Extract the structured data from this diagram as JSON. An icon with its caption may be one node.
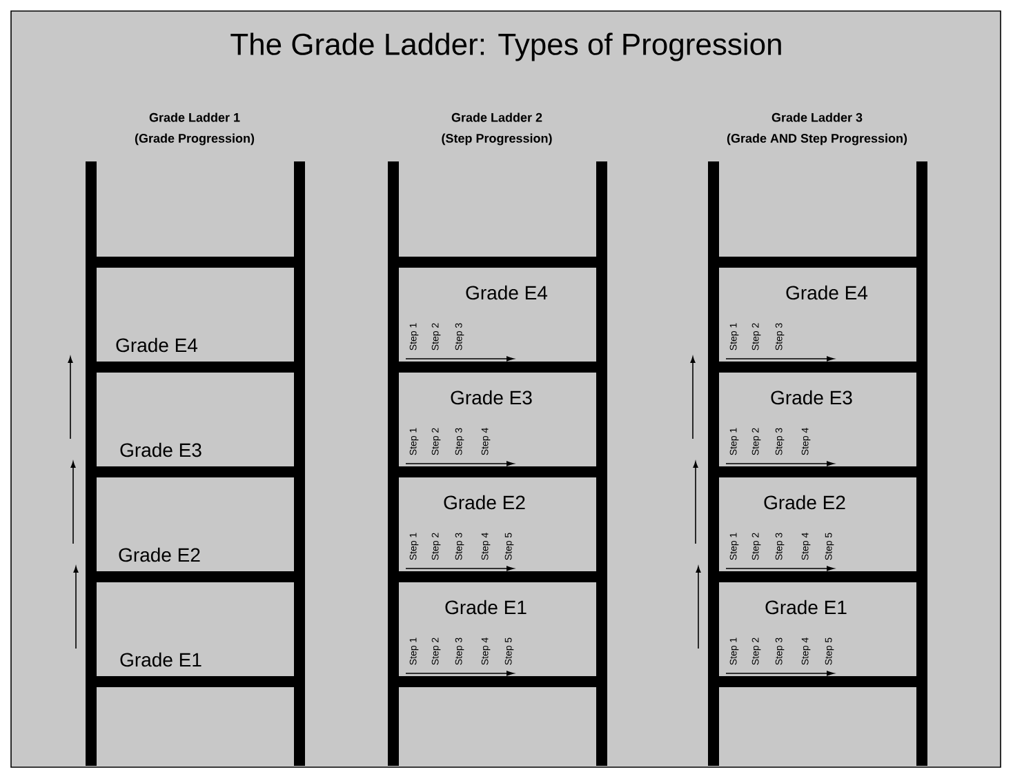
{
  "diagram": {
    "title": "The Grade Ladder: Types of Progression",
    "labels": [
      "Grade Ladder 1",
      "(Grade Progression)",
      "Grade E4",
      "Grade E3",
      "Grade E2",
      "Grade E1",
      "Grade Ladder 2",
      "(Step Progression)",
      "Grade E4",
      "Step 1",
      "Step 2",
      "Step 3",
      "Grade E3",
      "Step 1",
      "Step 2",
      "Step 3",
      "Step 4",
      "Grade E2",
      "Step 1",
      "Step 2",
      "Step 3",
      "Step 4",
      "Step 5",
      "Grade E1",
      "Step 1",
      "Step 2",
      "Step 3",
      "Step 4",
      "Step 5",
      "Grade Ladder 3",
      "(Grade AND Step Progression)",
      "Grade E4",
      "Step 1",
      "Step 2",
      "Step 3",
      "Grade E3",
      "Step 1",
      "Step 2",
      "Step 3",
      "Step 4",
      "Grade E2",
      "Step 1",
      "Step 2",
      "Step 3",
      "Step 4",
      "Step 5",
      "Grade E1",
      "Step 1",
      "Step 2",
      "Step 3",
      "Step 4",
      "Step 5"
    ]
  }
}
